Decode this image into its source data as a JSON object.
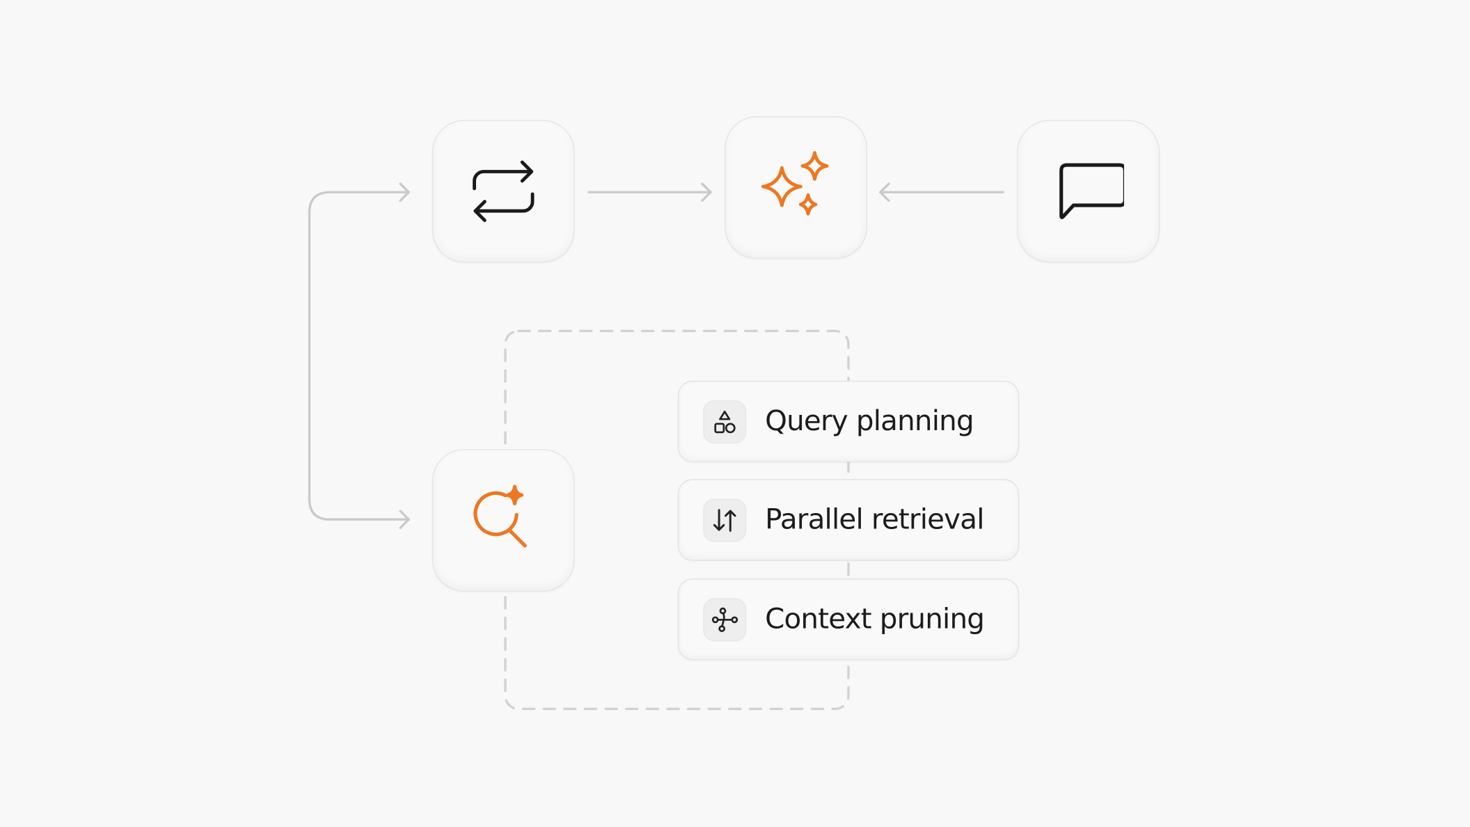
{
  "diagram": {
    "nodes": [
      {
        "id": "transform",
        "icon": "arrows-repeat-icon",
        "color": "#1a1a1a"
      },
      {
        "id": "generate",
        "icon": "sparkles-icon",
        "color": "#ee7722"
      },
      {
        "id": "message",
        "icon": "chat-bubble-icon",
        "color": "#1a1a1a"
      },
      {
        "id": "search",
        "icon": "search-sparkle-icon",
        "color": "#ee7722"
      }
    ],
    "steps": [
      {
        "label": "Query planning",
        "icon": "shapes-icon"
      },
      {
        "label": "Parallel retrieval",
        "icon": "arrows-up-down-icon"
      },
      {
        "label": "Context pruning",
        "icon": "network-nodes-icon"
      }
    ],
    "colors": {
      "accent": "#ee7722",
      "ink": "#1a1a1a",
      "connector": "#c9c9c9",
      "background": "#f8f8f8"
    }
  }
}
